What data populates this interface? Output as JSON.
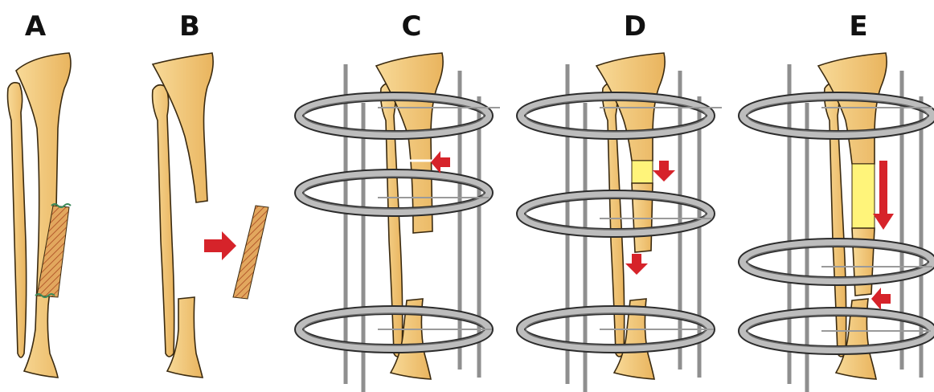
{
  "panels": [
    {
      "id": "A",
      "label": "A"
    },
    {
      "id": "B",
      "label": "B"
    },
    {
      "id": "C",
      "label": "C"
    },
    {
      "id": "D",
      "label": "D"
    },
    {
      "id": "E",
      "label": "E"
    }
  ],
  "colors": {
    "bone_fill": "#F3C977",
    "bone_fill_light": "#F8DA98",
    "bone_outline": "#3A2A10",
    "hatch_fill": "#E2A75E",
    "hatch_line": "#B45A2C",
    "suture": "#3C8A5A",
    "ring_outer": "#BDBDBD",
    "ring_inner": "#6B6B6B",
    "ring_dark": "#2C2C2C",
    "rod": "#8F8F8F",
    "regenerate": "#FFF47A",
    "arrow": "#D6232A"
  }
}
